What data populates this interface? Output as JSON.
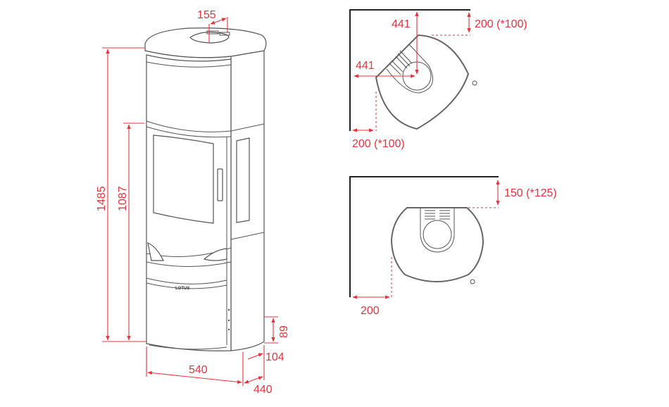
{
  "colors": {
    "dimension": "#e8333c",
    "outline": "#555555",
    "wall": "#222222"
  },
  "front_view": {
    "brand_logo": "LOTUS",
    "dimensions": {
      "total_height": "1485",
      "door_height": "1087",
      "flue_offset": "155",
      "width": "540",
      "depth": "440",
      "side_offset": "104",
      "base_height": "89"
    }
  },
  "corner_plan": {
    "flue_x": "441",
    "flue_y": "441",
    "wall_clearance_top": "200 (*100)",
    "wall_clearance_left": "200 (*100)"
  },
  "wall_plan": {
    "rear_clearance": "150 (*125)",
    "side_clearance": "200"
  }
}
